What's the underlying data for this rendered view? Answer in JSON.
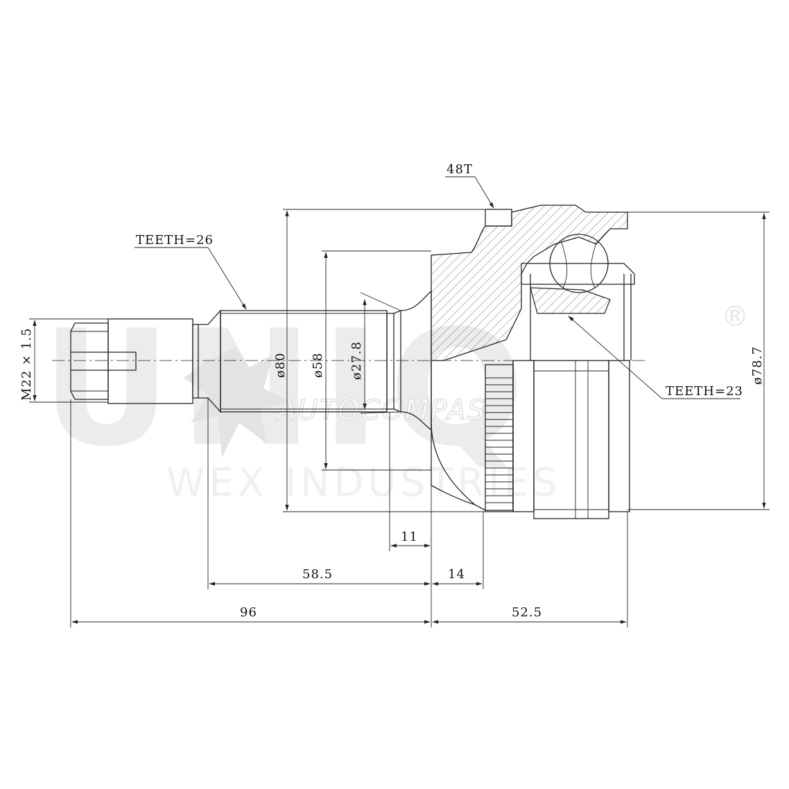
{
  "watermark": {
    "brand": "UNIQ",
    "registered_mark": "®",
    "tagline": "AUTOCOMPAS",
    "company": "WEX INDUSTRIES"
  },
  "callouts": {
    "abs_ring": "48T",
    "shaft_spline": "TEETH=26",
    "inner_spline": "TEETH=23"
  },
  "dimensions": {
    "thread": "M22 × 1.5",
    "dia_80": "ø80",
    "dia_58": "ø58",
    "dia_27_8": "ø27.8",
    "dia_78_7": "ø78.7",
    "len_11": "11",
    "len_58_5": "58.5",
    "len_14": "14",
    "len_96": "96",
    "len_52_5": "52.5"
  }
}
